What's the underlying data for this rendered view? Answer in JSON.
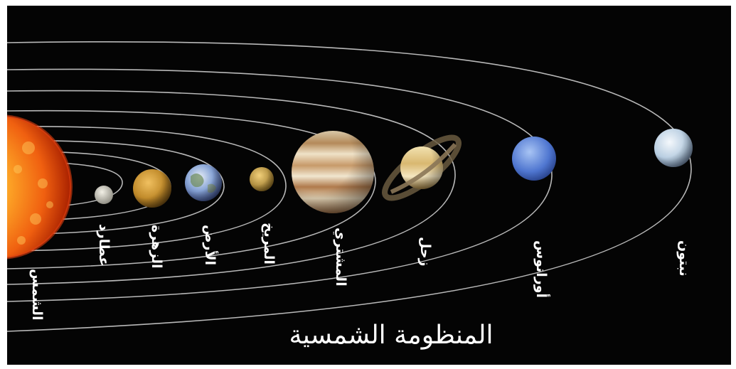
{
  "title": "المنظومة الشمسية",
  "bodies": [
    {
      "id": "sun",
      "label": "الشمس"
    },
    {
      "id": "mercury",
      "label": "عطارد"
    },
    {
      "id": "venus",
      "label": "الزهرة"
    },
    {
      "id": "earth",
      "label": "الأرض"
    },
    {
      "id": "mars",
      "label": "المريخ"
    },
    {
      "id": "jupiter",
      "label": "المشتري"
    },
    {
      "id": "saturn",
      "label": "زحل"
    },
    {
      "id": "uranus",
      "label": "أورانوس"
    },
    {
      "id": "neptune",
      "label": "نبتون"
    }
  ],
  "colors": {
    "background": "#040404",
    "orbit": "#d8d8d8",
    "label": "#ffffff",
    "sun": "#f07a10"
  }
}
